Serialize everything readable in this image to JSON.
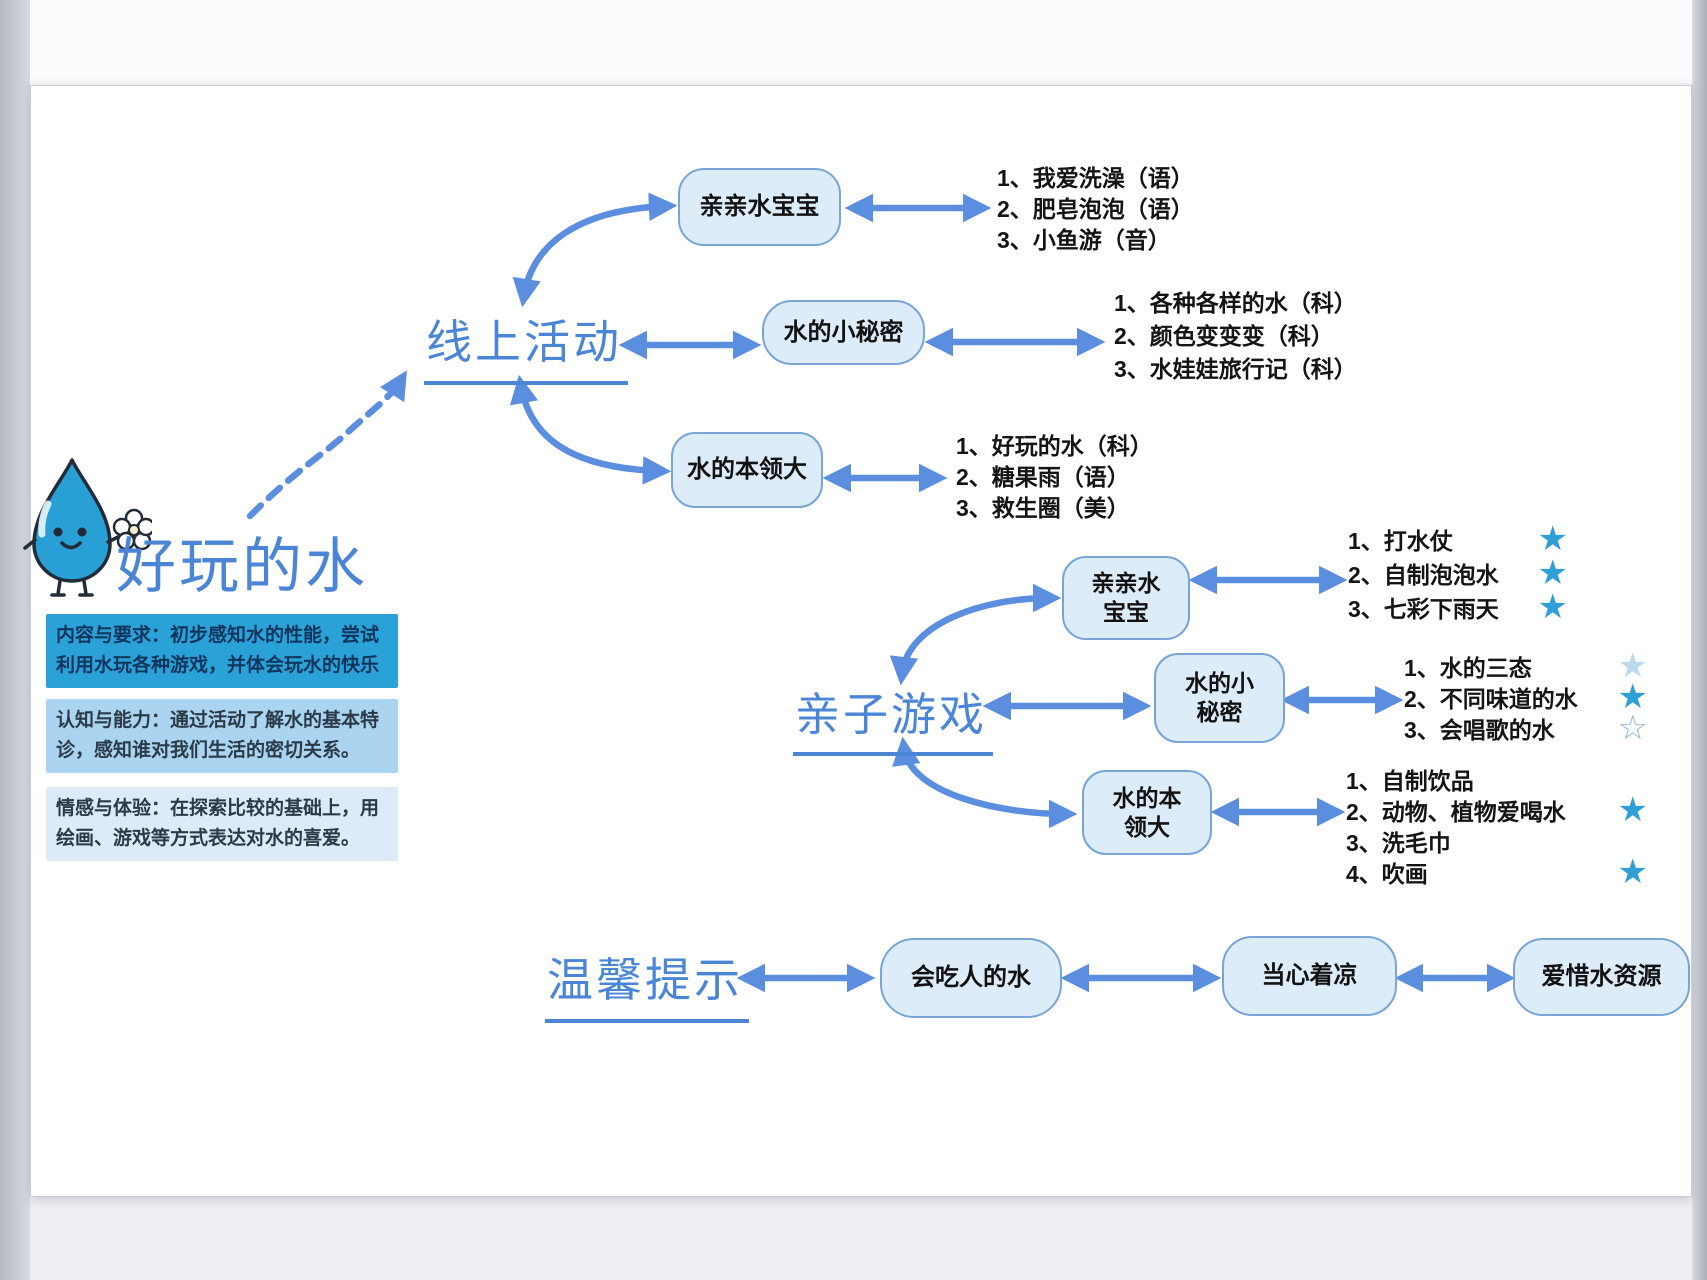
{
  "colors": {
    "accent_blue": "#4b86d6",
    "arrow_blue": "#5b8ede",
    "node_fill": "#ddecf9",
    "node_border": "#78a5d6",
    "box1_bg": "#2aa2d8",
    "box2_bg": "#aad4ef",
    "box3_bg": "#dcebf7",
    "star_solid_color": "#2f9fd6",
    "star_pale_color": "#bcd9ee",
    "star_outline_color": "#8fb6dc"
  },
  "icons": {
    "star_solid": "★",
    "star_outline": "☆",
    "mascot": "water-drop-character"
  },
  "title": "好玩的水",
  "info_boxes": [
    {
      "text": "内容与要求：初步感知水的性能，尝试利用水玩各种游戏，并体会玩水的快乐"
    },
    {
      "text": "认知与能力：通过活动了解水的基本特诊，感知谁对我们生活的密切关系。"
    },
    {
      "text": "情感与体验：在探索比较的基础上，用绘画、游戏等方式表达对水的喜爱。"
    }
  ],
  "branches": [
    {
      "label": "线上活动",
      "children": [
        {
          "node": "亲亲水宝宝",
          "items": [
            {
              "text": "1、我爱洗澡（语）"
            },
            {
              "text": "2、肥皂泡泡（语）"
            },
            {
              "text": "3、小鱼游（音）"
            }
          ]
        },
        {
          "node": "水的小秘密",
          "items": [
            {
              "text": "1、各种各样的水（科）"
            },
            {
              "text": "2、颜色变变变（科）"
            },
            {
              "text": "3、水娃娃旅行记（科）"
            }
          ]
        },
        {
          "node": "水的本领大",
          "items": [
            {
              "text": "1、好玩的水（科）"
            },
            {
              "text": "2、糖果雨（语）"
            },
            {
              "text": "3、救生圈（美）"
            }
          ]
        }
      ]
    },
    {
      "label": "亲子游戏",
      "children": [
        {
          "node": "亲亲水宝宝",
          "items": [
            {
              "text": "1、打水仗",
              "star": "solid"
            },
            {
              "text": "2、自制泡泡水",
              "star": "solid"
            },
            {
              "text": "3、七彩下雨天",
              "star": "solid"
            }
          ]
        },
        {
          "node": "水的小秘密",
          "items": [
            {
              "text": "1、水的三态",
              "star": "pale"
            },
            {
              "text": "2、不同味道的水",
              "star": "solid"
            },
            {
              "text": "3、会唱歌的水",
              "star": "outline"
            }
          ]
        },
        {
          "node": "水的本领大",
          "items": [
            {
              "text": "1、自制饮品"
            },
            {
              "text": "2、动物、植物爱喝水",
              "star": "solid"
            },
            {
              "text": "3、洗毛巾"
            },
            {
              "text": "4、吹画",
              "star": "solid"
            }
          ]
        }
      ]
    },
    {
      "label": "温馨提示",
      "children": [
        {
          "node": "会吃人的水"
        },
        {
          "node": "当心着凉"
        },
        {
          "node": "爱惜水资源"
        }
      ]
    }
  ]
}
